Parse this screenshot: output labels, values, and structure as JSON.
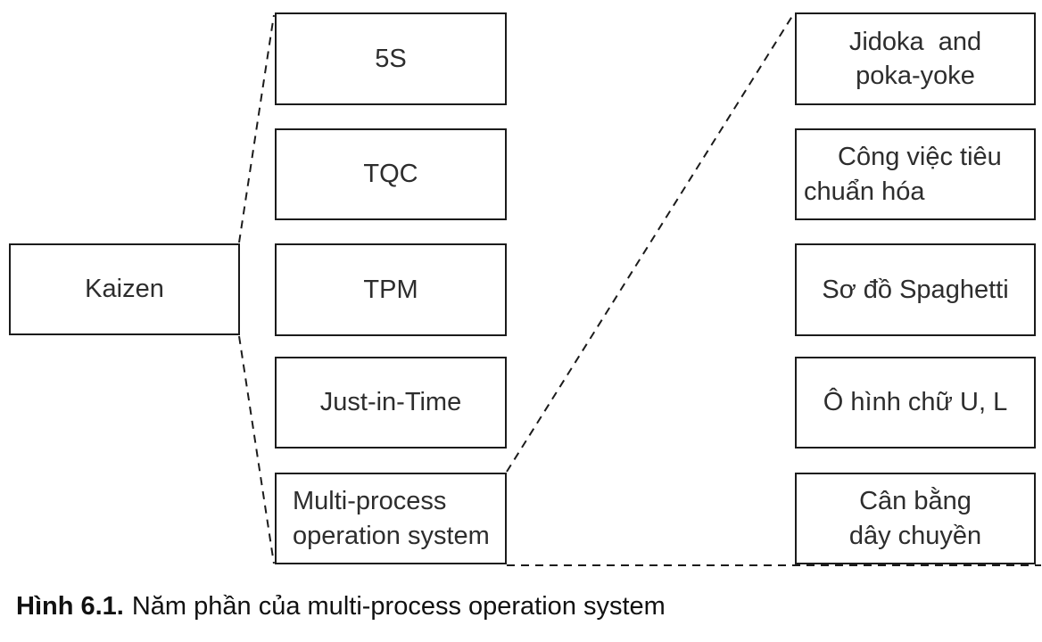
{
  "diagram": {
    "kaizen": {
      "label": "Kaizen"
    },
    "middle_column": [
      {
        "label": "5S"
      },
      {
        "label": "TQC"
      },
      {
        "label": "TPM"
      },
      {
        "label": "Just-in-Time"
      },
      {
        "label": "Multi-process\noperation system"
      }
    ],
    "right_column": [
      {
        "label": "Jidoka  and\npoka-yoke"
      },
      {
        "label": "Công việc tiêu\nchuẩn hóa"
      },
      {
        "label": "Sơ đồ Spaghetti"
      },
      {
        "label": "Ô hình chữ U, L"
      },
      {
        "label": "Cân bằng\ndây chuyền"
      }
    ]
  },
  "caption": {
    "number": "Hình 6.1.",
    "text": "Năm phần của multi-process operation system"
  },
  "colors": {
    "line": "#1b1b1b",
    "text": "#2d2d2d",
    "background": "#ffffff"
  }
}
